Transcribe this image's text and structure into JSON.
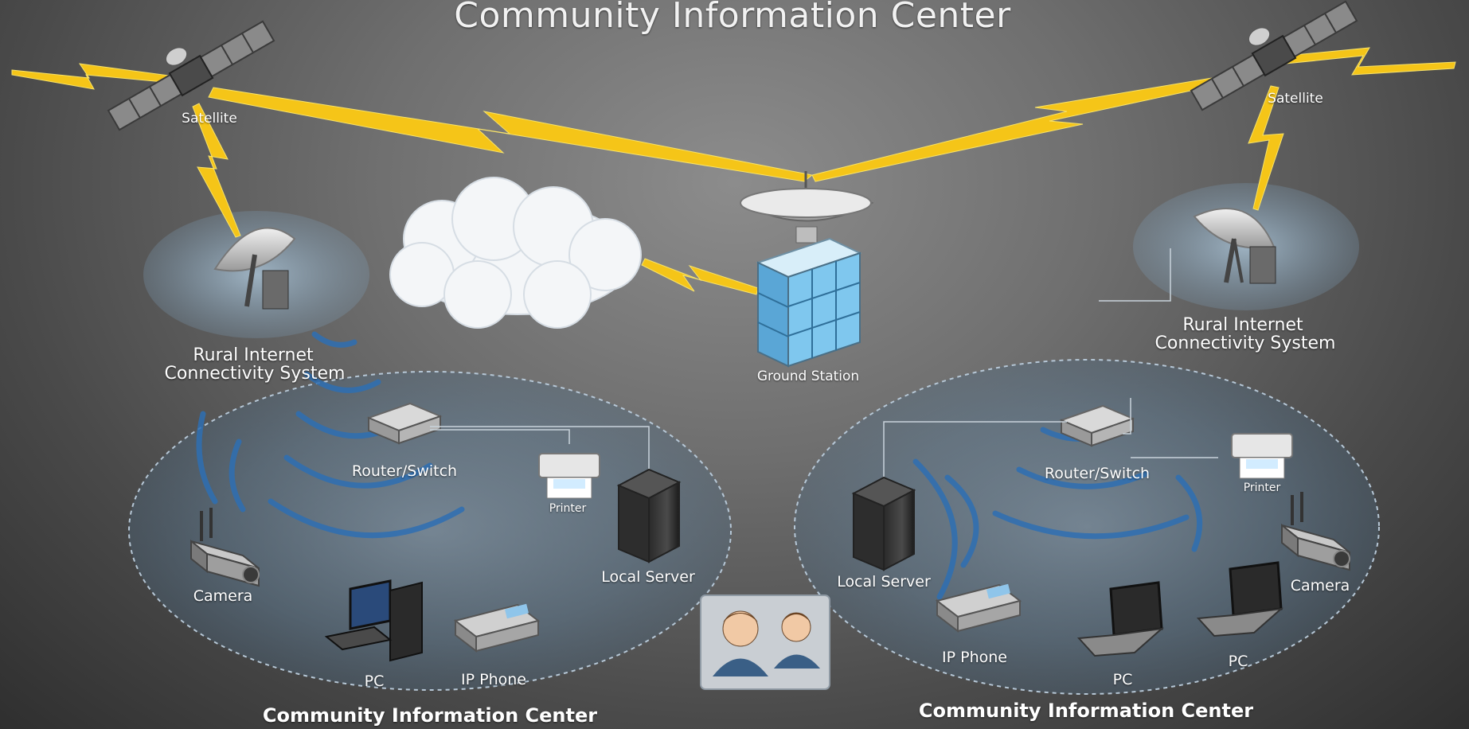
{
  "title": "Community Information Center",
  "satellites": {
    "left_label": "Satellite",
    "right_label": "Satellite"
  },
  "ground_station": {
    "label": "Ground Station"
  },
  "rural_systems": {
    "left": {
      "line1": "Rural Internet",
      "line2": "Connectivity System"
    },
    "right": {
      "line1": "Rural Internet",
      "line2": "Connectivity System"
    }
  },
  "left_center": {
    "name": "Community Information Center",
    "devices": {
      "router": "Router/Switch",
      "printer": "Printer",
      "server": "Local Server",
      "camera": "Camera",
      "pc": "PC",
      "phone": "IP Phone"
    }
  },
  "right_center": {
    "name": "Community Information Center",
    "devices": {
      "router": "Router/Switch",
      "printer": "Printer",
      "server": "Local Server",
      "camera": "Camera",
      "phone": "IP Phone",
      "pc1": "PC",
      "pc2": "PC"
    }
  },
  "colors": {
    "lightning": "#f5c518",
    "lightning_edge": "#f7e26a",
    "zone_fill": "#5f7f9a",
    "wave": "#2e6fb3",
    "building_glass": "#7fc7ee"
  },
  "icons": [
    "satellite-icon",
    "lightning-link",
    "cloud-icon",
    "dish-icon",
    "building-icon",
    "router-icon",
    "printer-icon",
    "server-icon",
    "camera-icon",
    "pc-icon",
    "phone-icon",
    "laptop-icon",
    "users-icon"
  ]
}
